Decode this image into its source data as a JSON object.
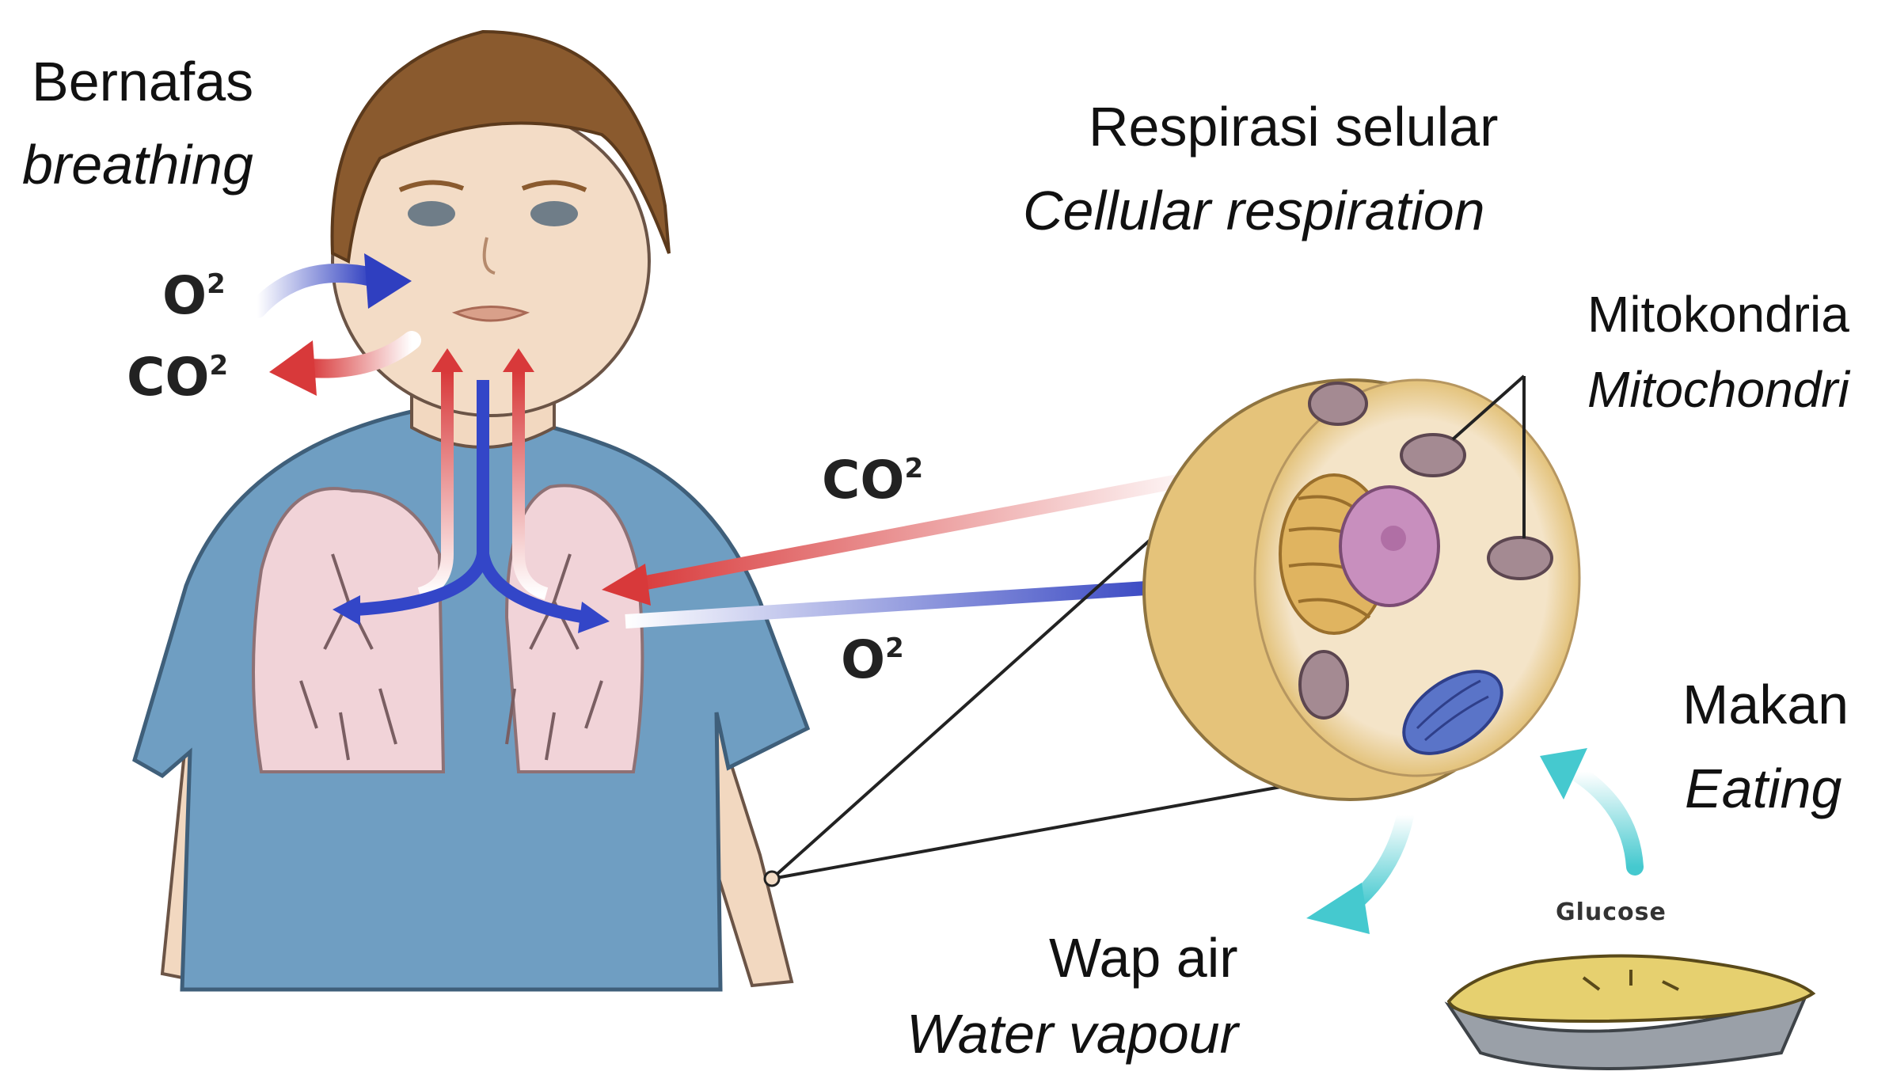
{
  "labels": {
    "breathing_id": "Bernafas",
    "breathing_en": "breathing",
    "cellular_id": "Respirasi selular",
    "cellular_en": "Cellular respiration",
    "mito_id": "Mitokondria",
    "mito_en": "Mitochondri",
    "eating_id": "Makan",
    "eating_en": "Eating",
    "water_id": "Wap air",
    "water_en": "Water vapour"
  },
  "gas": {
    "o2_mouth": "O",
    "co2_mouth": "CO",
    "co2_cell": "CO",
    "o2_cell": "O",
    "superscript": "2"
  },
  "food": {
    "glucose": "Glucose"
  },
  "colors": {
    "oxygen": "#3346c8",
    "carbon_dioxide": "#d8393a",
    "water_vapour": "#4fd0d4",
    "eating_arrow": "#4fd0d4",
    "shirt": "#6f9ec2",
    "hair": "#8a5a2e",
    "skin": "#f3d9c0",
    "cell": "#e9cf8e"
  }
}
